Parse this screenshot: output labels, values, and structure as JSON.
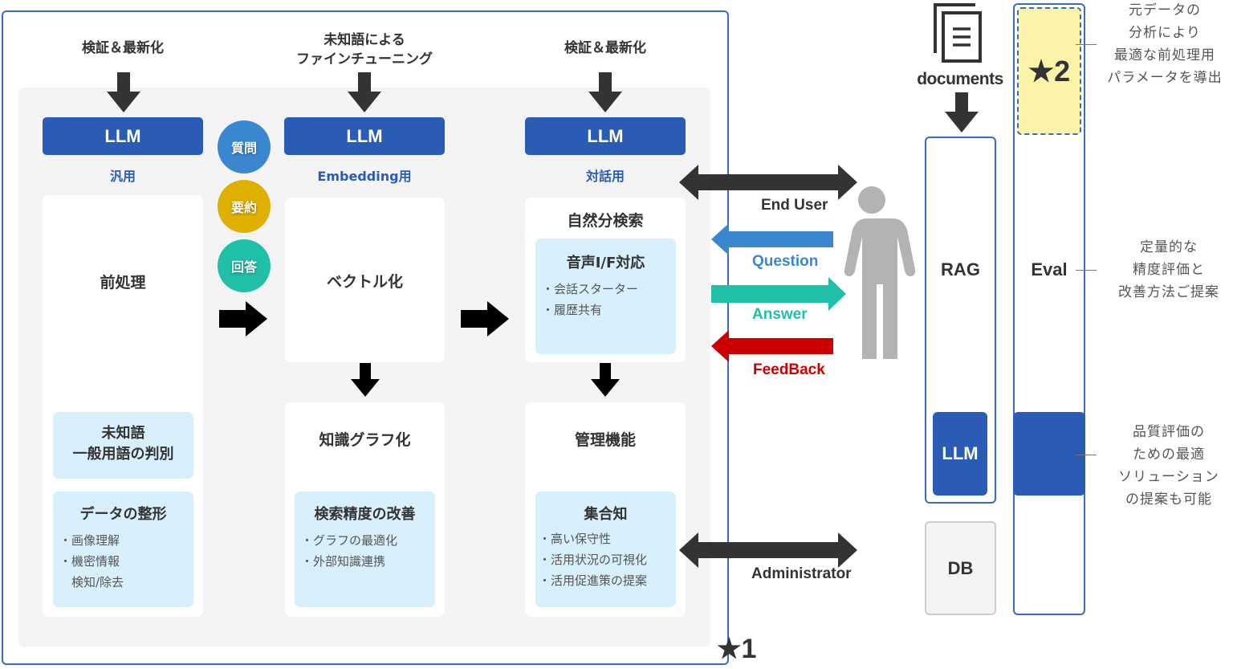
{
  "pipeline": {
    "columns": [
      {
        "top_label": "検証＆最新化",
        "llm_label": "LLM",
        "llm_sub": "汎用",
        "card_title": "前処理",
        "inner_boxes": [
          {
            "title": "未知語\n一般用語の判別",
            "bullets": []
          },
          {
            "title": "データの整形",
            "bullets": [
              "・画像理解",
              "・機密情報",
              "　検知/除去"
            ]
          }
        ]
      },
      {
        "top_label": "未知語による\nファインチューニング",
        "llm_label": "LLM",
        "llm_sub": "Embedding用",
        "card_title": "ベクトル化",
        "lower_card_title": "知識グラフ化",
        "inner_boxes": [
          {
            "title": "検索精度の改善",
            "bullets": [
              "・グラフの最適化",
              "・外部知識連携"
            ]
          }
        ]
      },
      {
        "top_label": "検証＆最新化",
        "llm_label": "LLM",
        "llm_sub": "対話用",
        "card_title": "自然分検索",
        "lower_card_title": "管理機能",
        "inner_boxes": [
          {
            "title": "音声I/F対応",
            "bullets": [
              "・会話スターター",
              "・履歴共有"
            ]
          },
          {
            "title": "集合知",
            "bullets": [
              "・高い保守性",
              "・活用状況の可視化",
              "・活用促進策の提案"
            ]
          }
        ]
      }
    ],
    "circles": [
      {
        "label": "質問",
        "color": "#3a87d0"
      },
      {
        "label": "要約",
        "color": "#e0b000"
      },
      {
        "label": "回答",
        "color": "#20c0a8"
      }
    ],
    "star1": "★1"
  },
  "flows": {
    "end_user": "End User",
    "question": "Question",
    "answer": "Answer",
    "feedback": "FeedBack",
    "administrator": "Administrator",
    "colors": {
      "question": "#3a87d0",
      "answer": "#20c0a8",
      "feedback": "#cc0000",
      "dark": "#333333"
    }
  },
  "right": {
    "documents_label": "documents",
    "rag_label": "RAG",
    "rag_llm_label": "LLM",
    "db_label": "DB",
    "eval_label": "Eval",
    "star2": "★2",
    "notes": [
      "元データの\n分析により\n最適な前処理用\nパラメータを導出",
      "定量的な\n精度評価と\n改善方法ご提案",
      "品質評価の\nための最適\nソリューション\nの提案も可能"
    ]
  }
}
